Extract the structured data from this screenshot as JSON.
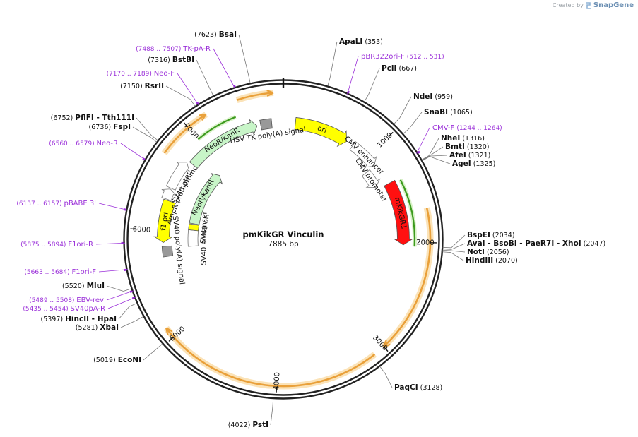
{
  "branding": {
    "created_by": "Created by",
    "product": "SnapGene"
  },
  "plasmid": {
    "name": "pmKikGR Vinculin",
    "length_label": "7885 bp",
    "length": 7885
  },
  "ticks": [
    {
      "pos": 1000,
      "label": "1000"
    },
    {
      "pos": 2000,
      "label": "2000"
    },
    {
      "pos": 3000,
      "label": "3000"
    },
    {
      "pos": 4000,
      "label": "4000"
    },
    {
      "pos": 5000,
      "label": "5000"
    },
    {
      "pos": 6000,
      "label": "6000"
    },
    {
      "pos": 7000,
      "label": "7000"
    }
  ],
  "features": [
    {
      "name": "ori",
      "start": 130,
      "end": 720,
      "dir": 1,
      "color": "#ffff00",
      "label": "ori",
      "label_mode": "inside"
    },
    {
      "name": "CMV enhancer",
      "start": 800,
      "end": 1120,
      "dir": 1,
      "color": "#ffffff",
      "label": "CMV enhancer",
      "label_mode": "inside"
    },
    {
      "name": "CMV promoter",
      "start": 1120,
      "end": 1330,
      "dir": 1,
      "color": "#ffffff",
      "label": "CMV promoter",
      "label_mode": "inside"
    },
    {
      "name": "mKikGR1",
      "start": 1360,
      "end": 2030,
      "dir": 1,
      "color": "#ff1010",
      "label": "mKikGR1",
      "label_mode": "inside"
    },
    {
      "name": "f1 ori",
      "start": 5880,
      "end": 6320,
      "dir": -1,
      "color": "#ffff00",
      "label": "f1 ori",
      "label_mode": "inside"
    },
    {
      "name": "SV40 poly(A) signal",
      "start": 5730,
      "end": 5840,
      "dir": 0,
      "color": "#999999",
      "label": "SV40 poly(A) signal",
      "label_mode": "outside"
    },
    {
      "name": "AmpR promoter",
      "start": 6330,
      "end": 6440,
      "dir": 1,
      "color": "#ffffff",
      "label": "AmpR promoter",
      "label_mode": "outside"
    },
    {
      "name": "SV40 promoter",
      "start": 6450,
      "end": 6760,
      "dir": 1,
      "color": "#ffffff",
      "label": "SV40 promoter",
      "label_mode": "outside"
    },
    {
      "name": "NeoR/KanR",
      "start": 6780,
      "end": 7600,
      "dir": 1,
      "color": "#c8f5c8",
      "label": "NeoR/KanR",
      "label_mode": "inside"
    },
    {
      "name": "HSV TK poly(A) signal",
      "start": 7640,
      "end": 7760,
      "dir": 0,
      "color": "#999999",
      "label": "HSV TK poly(A) signal",
      "label_mode": "outside"
    },
    {
      "name": "SV40 enhancer",
      "start": 5820,
      "end": 6040,
      "dir": 0,
      "color": "#ffffff",
      "label": "SV40 enhancer",
      "label_mode": "outside"
    },
    {
      "name": "SV40 ori",
      "start": 6040,
      "end": 6120,
      "dir": 0,
      "color": "#ffff00",
      "label": "SV40 ori",
      "label_mode": "outside"
    },
    {
      "name": "NeoR/KanR (2)",
      "start": 6130,
      "end": 6900,
      "dir": 1,
      "color": "#c8f5c8",
      "label": "NeoR/KanR",
      "label_mode": "inside"
    }
  ],
  "orange_arcs": [
    {
      "name": "vinculin-arc-right",
      "start": 1700,
      "end": 3000,
      "dir": 1
    },
    {
      "name": "vinculin-arc-bottom",
      "start": 3100,
      "end": 5100,
      "dir": 1
    },
    {
      "name": "vinculin-arc-left",
      "start": 6700,
      "end": 7190,
      "dir": 1
    },
    {
      "name": "vinculin-arc-top",
      "start": 7480,
      "end": 7800,
      "dir": 1
    }
  ],
  "green_arcs": [
    {
      "name": "mkikgr-inner-arc",
      "start": 1380,
      "end": 2040,
      "dir": 1
    },
    {
      "name": "neor-inner-arc",
      "start": 7000,
      "end": 7420,
      "dir": 1
    }
  ],
  "sites": [
    {
      "name": "BsaI",
      "pos": "(7623)"
    },
    {
      "name": "BstBI",
      "pos": "(7316)"
    },
    {
      "name": "RsrII",
      "pos": "(7150)"
    },
    {
      "name": "PflFI",
      "name2": "Tth111I",
      "pos": "(6752)"
    },
    {
      "name": "FspI",
      "pos": "(6736)"
    },
    {
      "name": "MluI",
      "pos": "(5520)"
    },
    {
      "name": "HincII",
      "name2": "HpaI",
      "pos": "(5397)"
    },
    {
      "name": "XbaI",
      "pos": "(5281)"
    },
    {
      "name": "EcoNI",
      "pos": "(5019)"
    },
    {
      "name": "PstI",
      "pos": "(4022)"
    },
    {
      "name": "PaqCI",
      "pos": "(3128)"
    },
    {
      "name": "ApaLI",
      "pos": "(353)"
    },
    {
      "name": "PciI",
      "pos": "(667)"
    },
    {
      "name": "NdeI",
      "pos": "(959)"
    },
    {
      "name": "SnaBI",
      "pos": "(1065)"
    },
    {
      "name": "NheI",
      "pos": "(1316)"
    },
    {
      "name": "BmtI",
      "pos": "(1320)"
    },
    {
      "name": "AfeI",
      "pos": "(1321)"
    },
    {
      "name": "AgeI",
      "pos": "(1325)"
    },
    {
      "name": "BspEI",
      "pos": "(2034)"
    },
    {
      "name": "AvaI",
      "name2": "BsoBI",
      "name3": "PaeR7I",
      "name4": "XhoI",
      "pos": "(2047)"
    },
    {
      "name": "NotI",
      "pos": "(2056)"
    },
    {
      "name": "HindIII",
      "pos": "(2070)"
    }
  ],
  "primers": [
    {
      "range": "(7488 .. 7507)",
      "name": "TK-pA-R"
    },
    {
      "range": "(7170 .. 7189)",
      "name": "Neo-F"
    },
    {
      "range": "(6560 .. 6579)",
      "name": "Neo-R"
    },
    {
      "range": "(6137 .. 6157)",
      "name": "pBABE 3'"
    },
    {
      "range": "(5875 .. 5894)",
      "name": "F1ori-R"
    },
    {
      "range": "(5663 .. 5684)",
      "name": "F1ori-F"
    },
    {
      "range": "(5489 .. 5508)",
      "name": "EBV-rev"
    },
    {
      "range": "(5435 .. 5454)",
      "name": "SV40pA-R"
    },
    {
      "range": "(512 .. 531)",
      "name": "pBR322ori-F"
    },
    {
      "range": "(1244 .. 1264)",
      "name": "CMV-F"
    }
  ],
  "colors": {
    "backbone": "#222222",
    "primer": "#9b30d9",
    "orange": "#e9a03a",
    "orange_glow": "#fbe3b8",
    "green": "#3c9a1e"
  }
}
